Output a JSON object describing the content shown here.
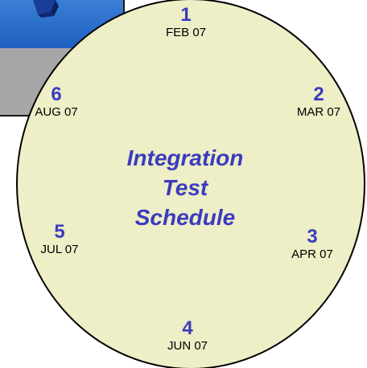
{
  "title": "Integration Test Schedule",
  "title_lines": [
    "Integration",
    "Test",
    "Schedule"
  ],
  "milestones": [
    {
      "number": "1",
      "date": "FEB 07"
    },
    {
      "number": "2",
      "date": "MAR 07"
    },
    {
      "number": "3",
      "date": "APR 07"
    },
    {
      "number": "4",
      "date": "JUN 07"
    },
    {
      "number": "5",
      "date": "JUL 07"
    },
    {
      "number": "6",
      "date": "AUG 07"
    }
  ],
  "colors": {
    "clock_fill": "#eeeec7",
    "clock_stroke": "#000000",
    "accent_text": "#3b3bbf",
    "date_text": "#000000",
    "backdrop_card": "#a6a6a6",
    "backdrop_banner": "#2a6fcf",
    "cube": "#1a3d9a"
  },
  "icons": {
    "backdrop_graphic": "blue-cube-icon"
  }
}
